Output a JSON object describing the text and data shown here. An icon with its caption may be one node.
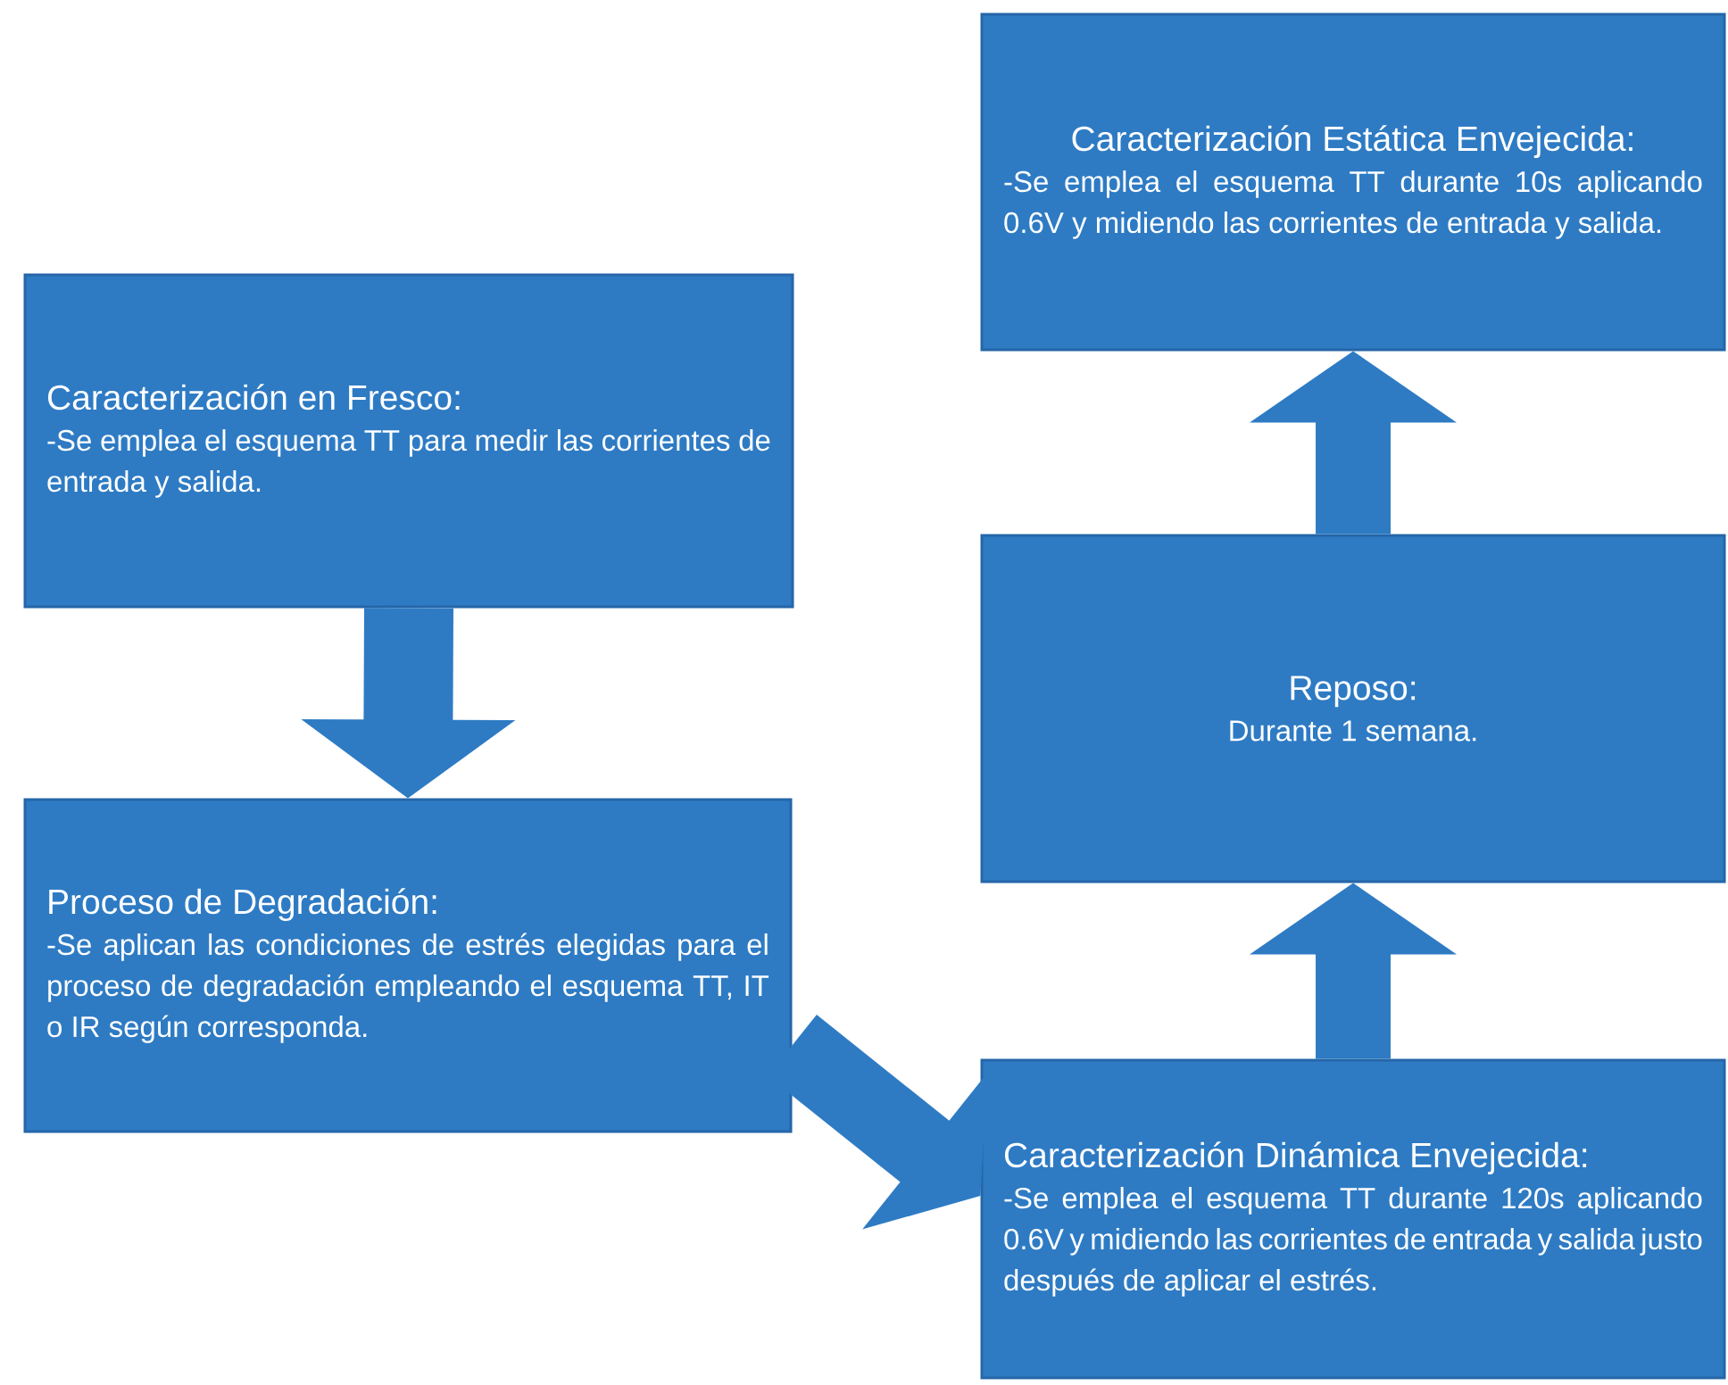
{
  "diagram": {
    "nodes": [
      {
        "text": [
          "Caracterización  en Fresco:",
          "-Se emplea el esquema TT para medir las corrientes de entrada y salida."
        ]
      },
      {
        "text": [
          "Proceso de Degradación:",
          "-Se aplican las condiciones de estrés elegidas para el proceso de degradación empleando el esquema TT, IT o IR según corresponda."
        ]
      },
      {
        "text": [
          "Caracterización  Dinámica Envejecida:",
          "-Se emplea el esquema TT durante 120s aplicando 0.6V y midiendo las corrientes de entrada y salida justo después de aplicar el estrés."
        ]
      },
      {
        "text": [
          "Reposo:",
          "Durante 1 semana."
        ]
      },
      {
        "text": [
          "Caracterización  Estática Envejecida:",
          "-Se emplea el esquema TT durante 10s aplicando 0.6V y midiendo las corrientes de entrada y salida."
        ]
      }
    ],
    "edges": [
      {
        "from": 0,
        "to": 1,
        "arrow": "to"
      },
      {
        "from": 1,
        "to": 2,
        "arrow": "to"
      },
      {
        "from": 2,
        "to": 3,
        "arrow": "to"
      },
      {
        "from": 3,
        "to": 4,
        "arrow": "to"
      }
    ]
  }
}
